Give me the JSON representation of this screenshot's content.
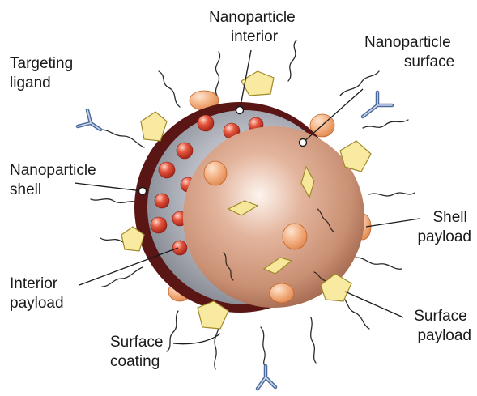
{
  "labels": {
    "nanoparticle_interior": [
      "Nanoparticle",
      "interior"
    ],
    "nanoparticle_surface": [
      "Nanoparticle",
      "surface"
    ],
    "targeting_ligand": [
      "Targeting",
      "ligand"
    ],
    "nanoparticle_shell": [
      "Nanoparticle",
      "shell"
    ],
    "shell_payload": [
      "Shell",
      "payload"
    ],
    "interior_payload": [
      "Interior",
      "payload"
    ],
    "surface_payload": [
      "Surface",
      "payload"
    ],
    "surface_coating": [
      "Surface",
      "coating"
    ]
  },
  "colors": {
    "sphere": "#c98f73",
    "shell_ring": "#5a1515",
    "interior": "#8e929c",
    "ligand": "#4b6a9b",
    "surface_payload": "#f8eaa0",
    "shell_payload": "#f0a575",
    "interior_payload": "#d8432f"
  }
}
